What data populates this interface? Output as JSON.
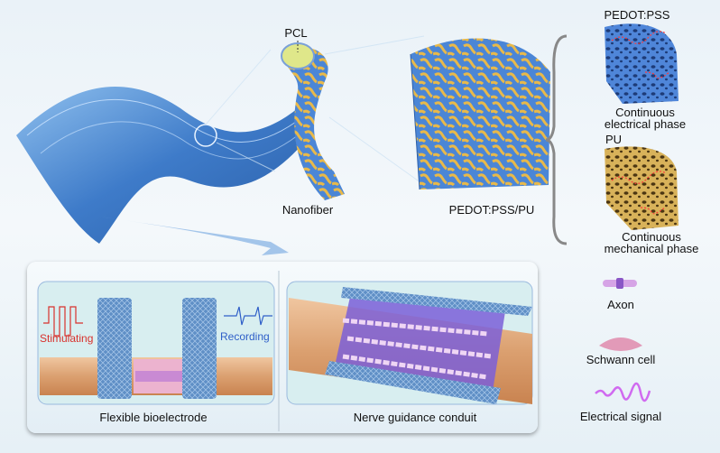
{
  "top": {
    "pcl_label": "PCL",
    "nanofiber_label": "Nanofiber",
    "composite_label": "PEDOT:PSS/PU"
  },
  "phases": {
    "pedot": {
      "label": "PEDOT:PSS",
      "caption_line1": "Continuous",
      "caption_line2": "electrical phase",
      "color": "#4a82d8"
    },
    "pu": {
      "label": "PU",
      "caption_line1": "Continuous",
      "caption_line2": "mechanical phase",
      "color": "#d9b454"
    }
  },
  "applications": {
    "bioelectrode": {
      "title": "Flexible bioelectrode",
      "stimulating_label": "Stimulating",
      "recording_label": "Recording"
    },
    "conduit": {
      "title": "Nerve guidance conduit"
    }
  },
  "legend": [
    {
      "icon": "axon-icon",
      "label": "Axon"
    },
    {
      "icon": "schwann-cell-icon",
      "label": "Schwann cell"
    },
    {
      "icon": "electrical-signal-icon",
      "label": "Electrical signal"
    }
  ],
  "colors": {
    "fiber": "#5d8fd0",
    "nerve": "#e2a77a",
    "axon": "#c58ad8",
    "stimulating": "#d8312c",
    "recording": "#2f5fc8"
  }
}
